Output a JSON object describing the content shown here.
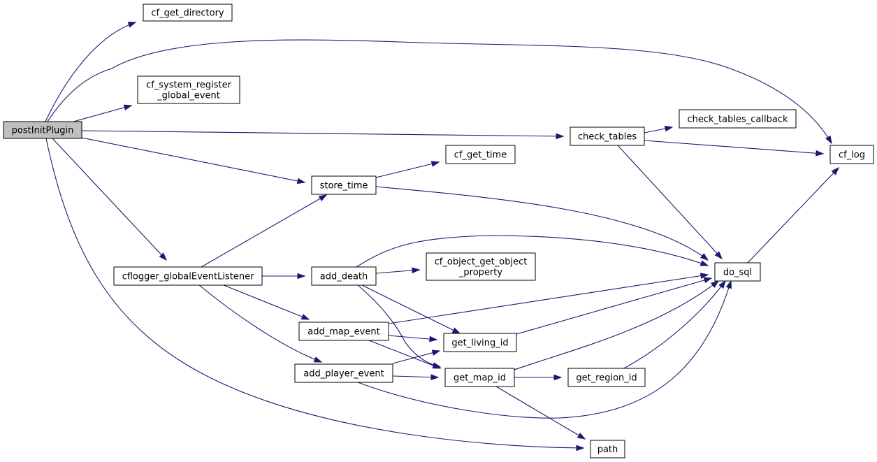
{
  "diagram": {
    "nodes": [
      {
        "id": "postInitPlugin",
        "lines": [
          "postInitPlugin"
        ],
        "root": true
      },
      {
        "id": "cf_get_directory",
        "lines": [
          "cf_get_directory"
        ]
      },
      {
        "id": "cf_system_register_global_event",
        "lines": [
          "cf_system_register",
          "_global_event"
        ]
      },
      {
        "id": "cflogger_globalEventListener",
        "lines": [
          "cflogger_globalEventListener"
        ]
      },
      {
        "id": "path",
        "lines": [
          "path"
        ]
      },
      {
        "id": "check_tables",
        "lines": [
          "check_tables"
        ]
      },
      {
        "id": "store_time",
        "lines": [
          "store_time"
        ]
      },
      {
        "id": "cf_log",
        "lines": [
          "cf_log"
        ]
      },
      {
        "id": "check_tables_callback",
        "lines": [
          "check_tables_callback"
        ]
      },
      {
        "id": "do_sql",
        "lines": [
          "do_sql"
        ]
      },
      {
        "id": "cf_get_time",
        "lines": [
          "cf_get_time"
        ]
      },
      {
        "id": "add_death",
        "lines": [
          "add_death"
        ]
      },
      {
        "id": "add_map_event",
        "lines": [
          "add_map_event"
        ]
      },
      {
        "id": "add_player_event",
        "lines": [
          "add_player_event"
        ]
      },
      {
        "id": "cf_object_get_object_property",
        "lines": [
          "cf_object_get_object",
          "_property"
        ]
      },
      {
        "id": "get_living_id",
        "lines": [
          "get_living_id"
        ]
      },
      {
        "id": "get_map_id",
        "lines": [
          "get_map_id"
        ]
      },
      {
        "id": "get_region_id",
        "lines": [
          "get_region_id"
        ]
      }
    ],
    "edges": [
      [
        "postInitPlugin",
        "cf_get_directory"
      ],
      [
        "postInitPlugin",
        "cf_log"
      ],
      [
        "postInitPlugin",
        "cf_system_register_global_event"
      ],
      [
        "postInitPlugin",
        "check_tables"
      ],
      [
        "postInitPlugin",
        "store_time"
      ],
      [
        "postInitPlugin",
        "cflogger_globalEventListener"
      ],
      [
        "postInitPlugin",
        "path"
      ],
      [
        "check_tables",
        "check_tables_callback"
      ],
      [
        "check_tables",
        "cf_log"
      ],
      [
        "check_tables",
        "do_sql"
      ],
      [
        "store_time",
        "cf_get_time"
      ],
      [
        "store_time",
        "do_sql"
      ],
      [
        "cflogger_globalEventListener",
        "store_time"
      ],
      [
        "cflogger_globalEventListener",
        "add_death"
      ],
      [
        "cflogger_globalEventListener",
        "add_map_event"
      ],
      [
        "cflogger_globalEventListener",
        "add_player_event"
      ],
      [
        "add_death",
        "do_sql"
      ],
      [
        "add_death",
        "cf_object_get_object_property"
      ],
      [
        "add_death",
        "get_living_id"
      ],
      [
        "add_death",
        "get_map_id"
      ],
      [
        "add_map_event",
        "do_sql"
      ],
      [
        "add_map_event",
        "get_living_id"
      ],
      [
        "add_map_event",
        "get_map_id"
      ],
      [
        "add_player_event",
        "get_living_id"
      ],
      [
        "add_player_event",
        "get_map_id"
      ],
      [
        "add_player_event",
        "do_sql"
      ],
      [
        "get_living_id",
        "do_sql"
      ],
      [
        "get_map_id",
        "do_sql"
      ],
      [
        "get_map_id",
        "get_region_id"
      ],
      [
        "get_map_id",
        "path"
      ],
      [
        "get_region_id",
        "do_sql"
      ],
      [
        "do_sql",
        "cf_log"
      ]
    ]
  }
}
